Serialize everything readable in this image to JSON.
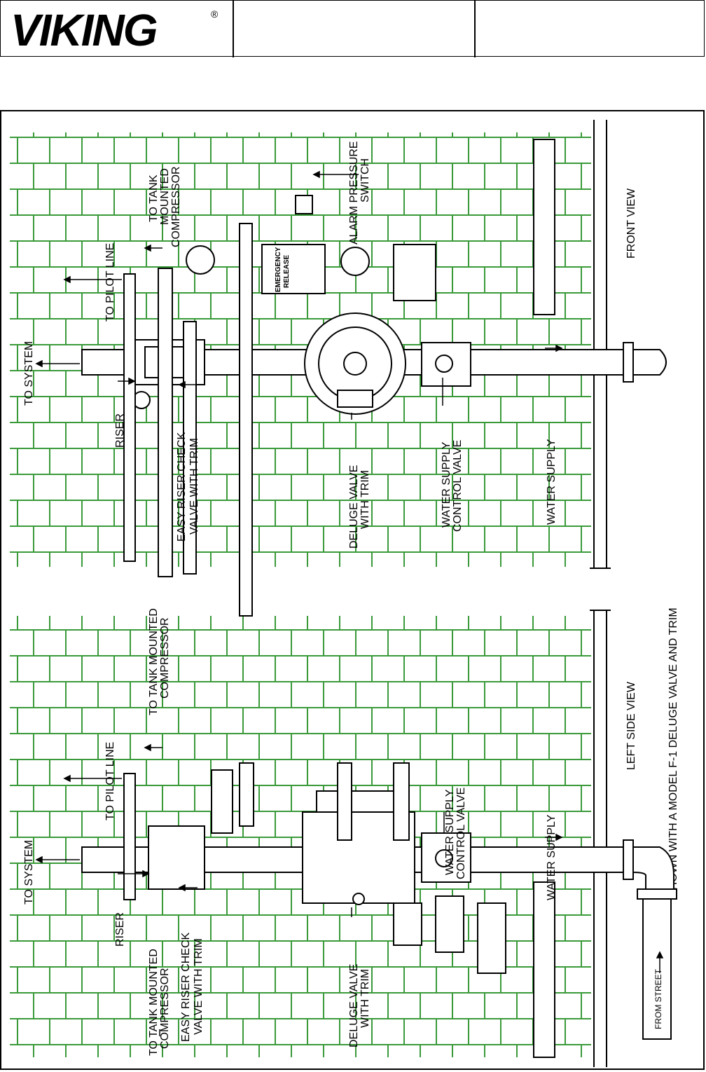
{
  "header": {
    "brand": "VIKING",
    "registered_mark": "®"
  },
  "colors": {
    "grid_green": "#3a9a3a",
    "line": "#000000"
  },
  "front_view": {
    "title": "FRONT VIEW",
    "labels": {
      "to_system": "TO SYSTEM",
      "riser": "RISER",
      "to_pilot_line": "TO PILOT LINE",
      "to_tank_1": "TO TANK",
      "to_tank_2": "MOUNTED",
      "to_tank_3": "COMPRESSOR",
      "easy_riser_1": "EASY RISER CHECK",
      "easy_riser_2": "VALVE WITH TRIM",
      "alarm_1": "ALARM PRESSURE",
      "alarm_2": "SWITCH",
      "emergency_1": "EMERGENCY",
      "emergency_2": "RELEASE",
      "deluge_1": "DELUGE VALVE",
      "deluge_2": "WITH TRIM",
      "wscv_1": "WATER SUPPLY",
      "wscv_2": "CONTROL VALVE",
      "water_supply": "WATER SUPPLY"
    }
  },
  "side_view": {
    "title": "LEFT SIDE VIEW",
    "labels": {
      "to_system": "TO SYSTEM",
      "riser": "RISER",
      "to_pilot_line": "TO PILOT LINE",
      "tank_top_1": "TO TANK MOUNTED",
      "tank_top_2": "COMPRESSOR",
      "tank_bot_1": "TO TANK MOUNTED",
      "tank_bot_2": "COMPRESSOR",
      "easy_riser_1": "EASY RISER CHECK",
      "easy_riser_2": "VALVE WITH TRIM",
      "deluge_1": "DELUGE VALVE",
      "deluge_2": "WITH TRIM",
      "wscv_1": "WATER SUPPLY",
      "wscv_2": "CONTROL VALVE",
      "water_supply": "WATER SUPPLY",
      "from_street": "FROM STREET"
    }
  },
  "caption": "SHOWN WITH A MODEL F-1 DELUGE VALVE AND TRIM"
}
